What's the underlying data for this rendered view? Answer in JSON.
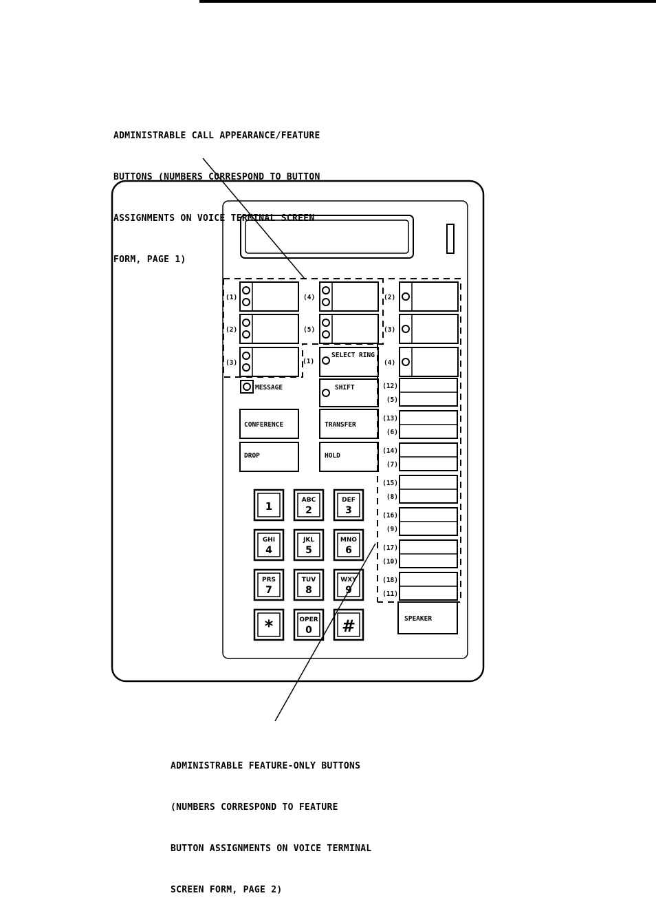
{
  "callouts": {
    "top": [
      "ADMINISTRABLE CALL APPEARANCE/FEATURE",
      "BUTTONS (NUMBERS CORRESPOND TO BUTTON",
      "ASSIGNMENTS ON VOICE TERMINAL SCREEN",
      "FORM, PAGE 1)"
    ],
    "bottom": [
      "ADMINISTRABLE FEATURE-ONLY BUTTONS",
      "(NUMBERS CORRESPOND TO FEATURE",
      "BUTTON ASSIGNMENTS ON VOICE TERMINAL",
      "SCREEN FORM, PAGE 2)"
    ]
  },
  "call_appearance_buttons": {
    "left_column": [
      "(1)",
      "(2)",
      "(3)"
    ],
    "middle_column": [
      "(4)",
      "(5)",
      "(1)"
    ],
    "right_column": [
      "(2)",
      "(3)",
      "(4)"
    ]
  },
  "feature_buttons": [
    {
      "upper": "(12)",
      "lower": "(5)"
    },
    {
      "upper": "(13)",
      "lower": "(6)"
    },
    {
      "upper": "(14)",
      "lower": "(7)"
    },
    {
      "upper": "(15)",
      "lower": "(8)"
    },
    {
      "upper": "(16)",
      "lower": "(9)"
    },
    {
      "upper": "(17)",
      "lower": "(10)"
    },
    {
      "upper": "(18)",
      "lower": "(11)"
    }
  ],
  "fixed_buttons": {
    "select_ring": "SELECT RING",
    "message": "MESSAGE",
    "shift": "SHIFT",
    "conference": "CONFERENCE",
    "transfer": "TRANSFER",
    "drop": "DROP",
    "hold": "HOLD",
    "speaker": "SPEAKER"
  },
  "keypad": [
    {
      "letters": "",
      "digit": "1"
    },
    {
      "letters": "ABC",
      "digit": "2"
    },
    {
      "letters": "DEF",
      "digit": "3"
    },
    {
      "letters": "GHI",
      "digit": "4"
    },
    {
      "letters": "JKL",
      "digit": "5"
    },
    {
      "letters": "MNO",
      "digit": "6"
    },
    {
      "letters": "PRS",
      "digit": "7"
    },
    {
      "letters": "TUV",
      "digit": "8"
    },
    {
      "letters": "WXY",
      "digit": "9"
    },
    {
      "letters": "",
      "digit": "*"
    },
    {
      "letters": "OPER",
      "digit": "0"
    },
    {
      "letters": "",
      "digit": "#"
    }
  ]
}
